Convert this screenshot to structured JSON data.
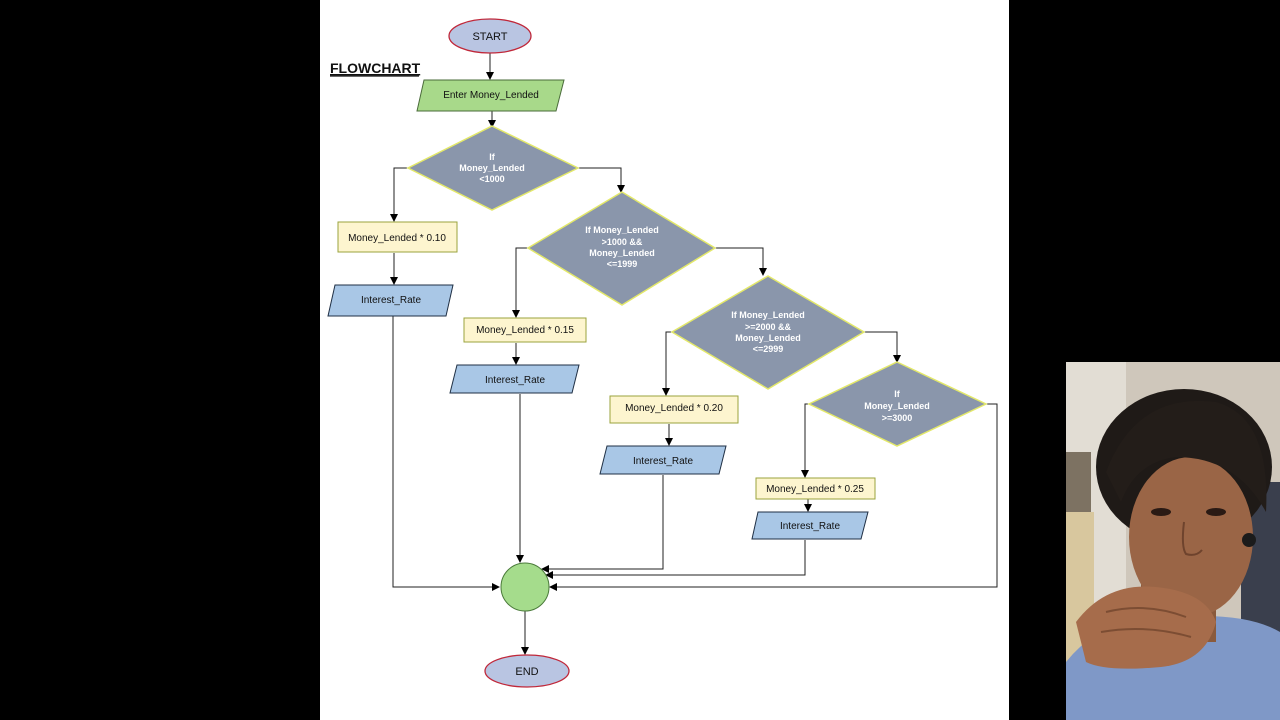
{
  "title": "FLOWCHART",
  "nodes": {
    "start": "START",
    "input": "Enter Money_Lended",
    "decision1": [
      "If",
      "Money_Lended",
      "<1000"
    ],
    "decision2": [
      "If Money_Lended",
      ">1000 &&",
      "Money_Lended",
      "<=1999"
    ],
    "decision3": [
      "If Money_Lended",
      ">=2000 &&",
      "Money_Lended",
      "<=2999"
    ],
    "decision4": [
      "If",
      "Money_Lended",
      ">=3000"
    ],
    "calc1": "Money_Lended * 0.10",
    "calc2": "Money_Lended * 0.15",
    "calc3": "Money_Lended * 0.20",
    "calc4": "Money_Lended * 0.25",
    "output": "Interest_Rate",
    "end": "END"
  },
  "colors": {
    "terminal_fill": "#b9c5e2",
    "terminal_stroke": "#c0283a",
    "input_fill": "#a8d98a",
    "decision_fill": "#8a96ab",
    "decision_stroke": "#e3e86a",
    "process_fill": "#fdf5cf",
    "process_stroke": "#9aa33c",
    "output_fill": "#a9c7e6",
    "connector_fill": "#a5dc8c"
  }
}
